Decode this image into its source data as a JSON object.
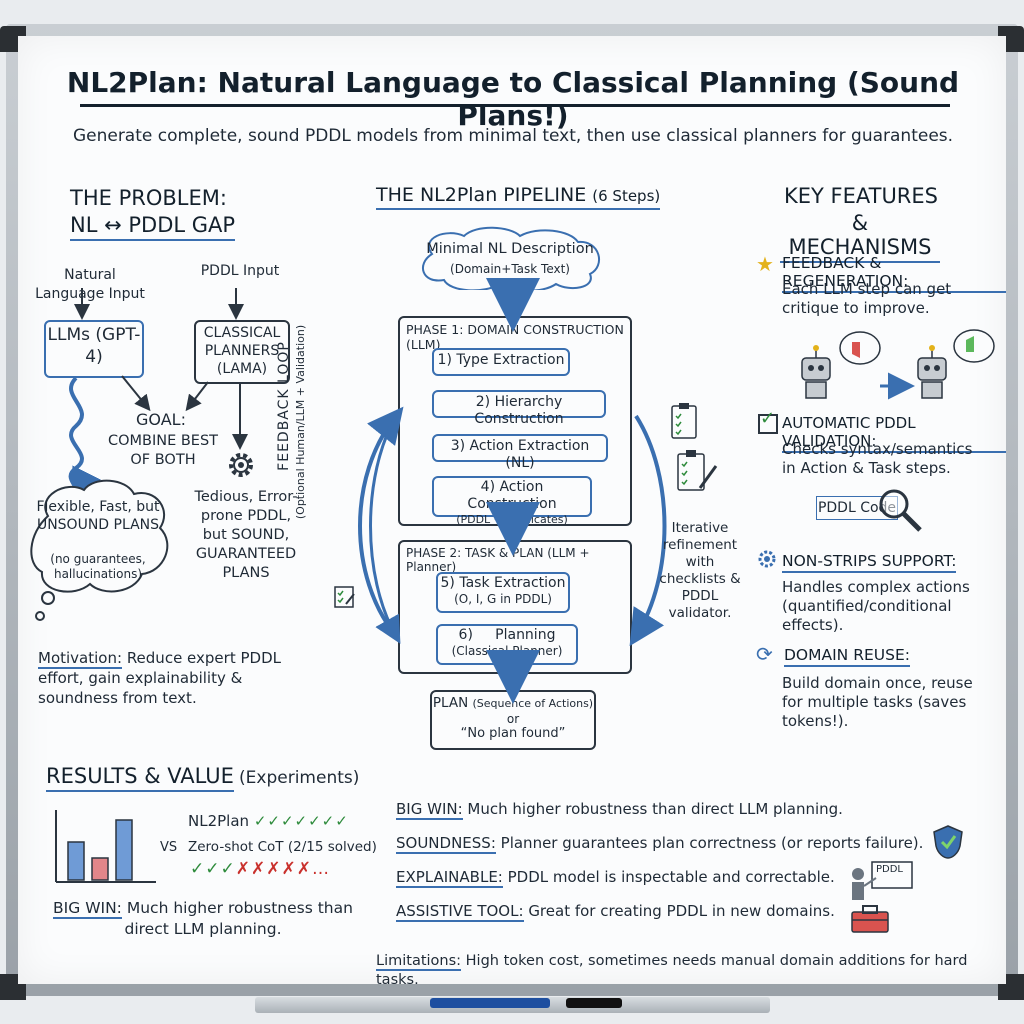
{
  "title": "NL2Plan: Natural Language to Classical Planning (Sound Plans!)",
  "subtitle": "Generate complete, sound PDDL models from minimal text, then use classical planners for guarantees.",
  "problem": {
    "heading_line1": "THE PROBLEM:",
    "heading_line2": "NL ↔ PDDL GAP",
    "nl_input": "Natural Language Input",
    "pddl_input": "PDDL Input",
    "llm_box": "LLMs (GPT-4)",
    "planner_box": "CLASSICAL PLANNERS (LAMA)",
    "goal_label": "GOAL:",
    "goal_text": "COMBINE BEST OF BOTH",
    "cloud_text": "Flexible, Fast, but UNSOUND PLANS",
    "cloud_note": "(no guarantees, hallucinations)",
    "planner_result": "Tedious, Error-prone PDDL, but SOUND, GUARANTEED PLANS",
    "motivation_label": "Motivation:",
    "motivation_text": "Reduce expert PDDL effort, gain explainability & soundness from text."
  },
  "pipeline": {
    "heading": "THE NL2Plan PIPELINE",
    "heading_note": "(6 Steps)",
    "start_title": "Minimal NL Description",
    "start_note": "(Domain+Task Text)",
    "phase1": "PHASE 1: DOMAIN CONSTRUCTION (LLM)",
    "phase2": "PHASE 2: TASK & PLAN (LLM + Planner)",
    "steps": [
      {
        "label": "1) Type Extraction",
        "note": ""
      },
      {
        "label": "2) Hierarchy Construction",
        "note": ""
      },
      {
        "label": "3) Action Extraction (NL)",
        "note": ""
      },
      {
        "label": "4) Action Construction",
        "note": "(PDDL + Predicates)"
      },
      {
        "label": "5) Task Extraction",
        "note": "(O, I, G in PDDL)"
      },
      {
        "label": "6)     Planning",
        "note": "(Classical Planner)"
      }
    ],
    "feedback_title": "FEEDBACK LOOP",
    "feedback_note": "(Optional Human/LLM + Validation)",
    "iterative_text": "Iterative refinement with checklists & PDDL validator.",
    "plan_title": "PLAN",
    "plan_note": "(Sequence of Actions)",
    "plan_or": "or",
    "plan_fail": "“No plan found”"
  },
  "features": {
    "heading_line1": "KEY FEATURES",
    "heading_line2": "& MECHANISMS",
    "items": [
      {
        "icon": "star-icon",
        "title": "FEEDBACK & REGENERATION:",
        "text": "Each LLM step can get critique to improve."
      },
      {
        "icon": "checkbox-icon",
        "title": "AUTOMATIC PDDL VALIDATION:",
        "text": "Checks syntax/semantics in Action & Task steps."
      },
      {
        "icon": "gear-icon",
        "title": "NON-STRIPS SUPPORT:",
        "text": "Handles complex actions (quantified/conditional effects)."
      },
      {
        "icon": "refresh-icon",
        "title": "DOMAIN REUSE:",
        "text": "Build domain once, reuse for multiple tasks (saves tokens!)."
      }
    ],
    "pddl_code_label": "PDDL Code"
  },
  "results": {
    "heading": "RESULTS & VALUE",
    "heading_note": "(Experiments)",
    "vs": "VS",
    "nl2plan_label": "NL2Plan",
    "nl2plan_marks": "✓✓✓✓✓✓✓",
    "zeroshot_label": "Zero-shot CoT (2/15 solved)",
    "zeroshot_checks": "✓✓✓",
    "zeroshot_crosses": "✗✗✗✗✗…",
    "bigwin_label": "BIG WIN:",
    "bigwin_text": "Much higher robustness than direct LLM planning."
  },
  "value_points": [
    {
      "label": "BIG WIN:",
      "text": "Much higher robustness than direct LLM planning."
    },
    {
      "label": "SOUNDNESS:",
      "text": "Planner guarantees plan correctness (or reports failure)."
    },
    {
      "label": "EXPLAINABLE:",
      "text": "PDDL model is inspectable and correctable."
    },
    {
      "label": "ASSISTIVE TOOL:",
      "text": "Great for creating PDDL in new domains."
    }
  ],
  "pddl_sign": "PDDL",
  "limitations_label": "Limitations:",
  "limitations_text": "High token cost, sometimes needs manual domain additions for hard tasks.",
  "colors": {
    "accent": "#3a6fb0",
    "green": "#2e8b3c",
    "red": "#c9302c",
    "ink": "#1f2a36"
  }
}
